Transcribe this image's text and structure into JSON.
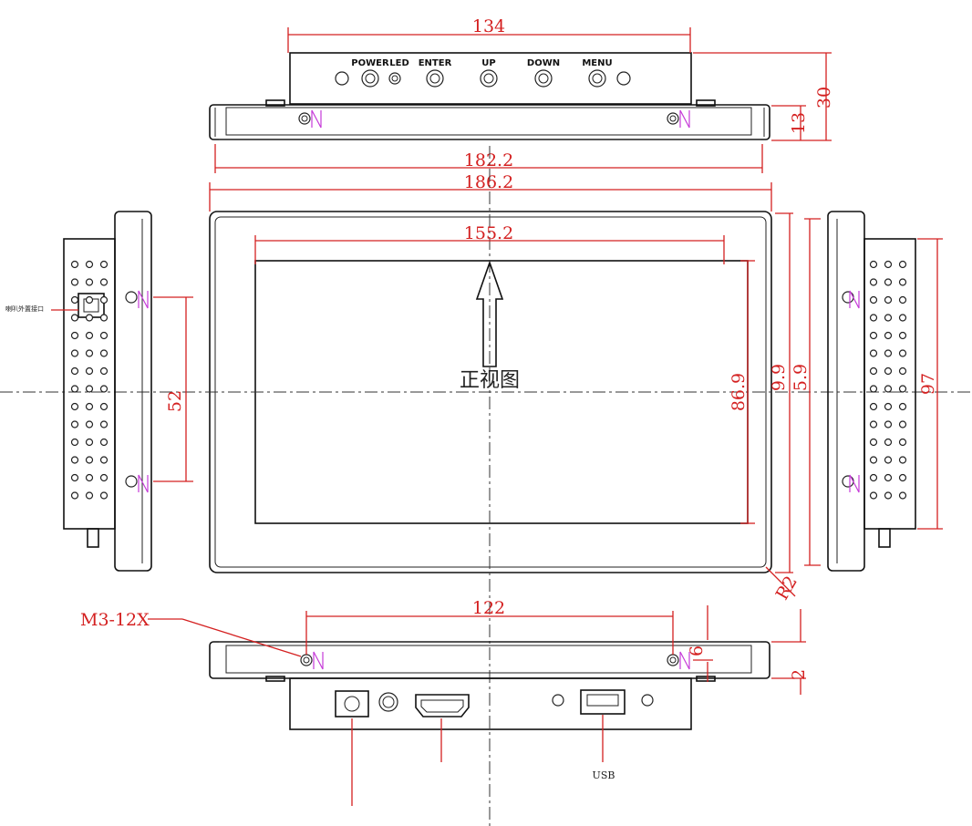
{
  "dimensions": {
    "top_width": "134",
    "top_height_a": "30",
    "top_height_b": "13",
    "bezel_width_a": "182.2",
    "bezel_width_b": "186.2",
    "screen_width": "155.2",
    "screen_height": "86.9",
    "front_height_a": "9.9",
    "front_height_b": "5.9",
    "side_height": "97",
    "left_side_height": "52",
    "bottom_width": "122",
    "bottom_depth": "2",
    "bottom_small": "6",
    "corner_radius": "R2"
  },
  "buttons": [
    "POWER",
    "LED",
    "ENTER",
    "UP",
    "DOWN",
    "MENU"
  ],
  "front_label": "正视图",
  "screw_label": "M3-12X",
  "usb_label": "USB",
  "left_connector_label": "喇叭外置接口",
  "colors": {
    "dimension": "#d42020",
    "outline": "#111111",
    "marker": "#c63bd8"
  }
}
